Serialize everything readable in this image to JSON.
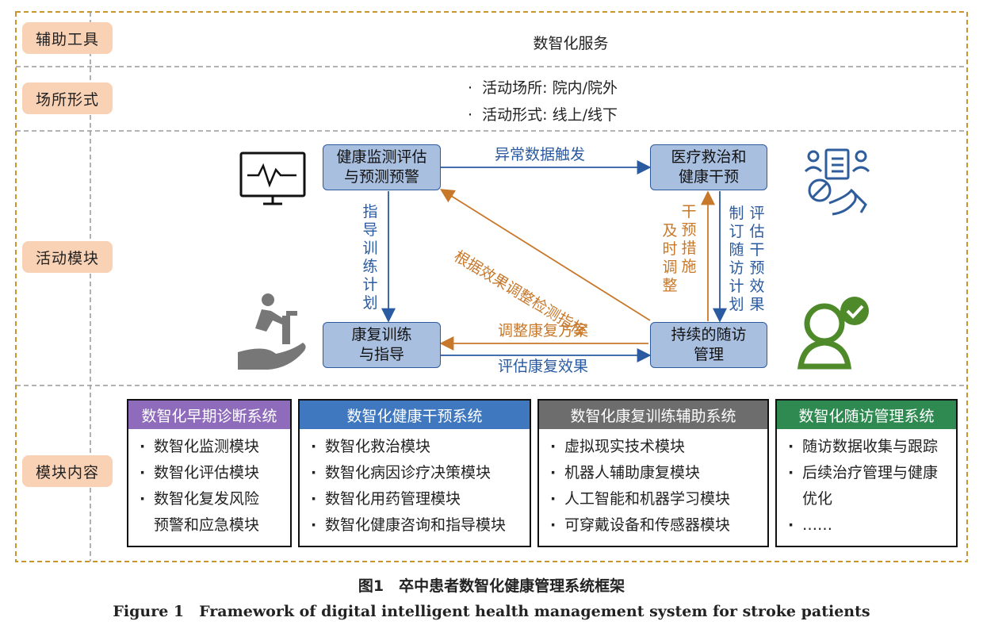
{
  "rows": [
    {
      "label": "辅助工具"
    },
    {
      "label": "场所形式"
    },
    {
      "label": "活动模块"
    },
    {
      "label": "模块内容"
    }
  ],
  "tools_text": "数智化服务",
  "location_lines": [
    "活动场所: 院内/院外",
    "活动形式: 线上/线下"
  ],
  "flow": {
    "box_monitor": [
      "健康监测评估",
      "与预测预警"
    ],
    "box_treat": [
      "医疗救治和",
      "健康干预"
    ],
    "box_rehab": [
      "康复训练",
      "与指导"
    ],
    "box_follow": [
      "持续的随访",
      "管理"
    ],
    "arrow_abnormal": "异常数据触发",
    "arrow_guide": "指导训练计划",
    "arrow_adjust_index": "根据效果调整检测指标",
    "arrow_timely": "及时调整",
    "arrow_intervene": "干预措施",
    "arrow_formulate": "制订随访计划",
    "arrow_evaluate_effect": "评估干预效果",
    "arrow_adjust_plan": "调整康复方案",
    "arrow_eval_rehab": "评估康复效果"
  },
  "systems": [
    {
      "title": "数智化早期诊断系统",
      "color": "#8f6cbb",
      "items": [
        "数智化监测模块",
        "数智化评估模块",
        "数智化复发风险预警和应急模块"
      ]
    },
    {
      "title": "数智化健康干预系统",
      "color": "#3f78bf",
      "items": [
        "数智化救治模块",
        "数智化病因诊疗决策模块",
        "数智化用药管理模块",
        "数智化健康咨询和指导模块"
      ]
    },
    {
      "title": "数智化康复训练辅助系统",
      "color": "#6d6d6d",
      "items": [
        "虚拟现实技术模块",
        "机器人辅助康复模块",
        "人工智能和机器学习模块",
        "可穿戴设备和传感器模块"
      ]
    },
    {
      "title": "数智化随访管理系统",
      "color": "#2f8a52",
      "items": [
        "随访数据收集与跟踪",
        "后续治疗管理与健康优化",
        "……"
      ]
    }
  ],
  "caption_cn": "图1　卒中患者数智化健康管理系统框架",
  "caption_en": "Figure 1　Framework of digital intelligent health management system for stroke patients",
  "colors": {
    "label_bg": "#f9d1b5",
    "frame": "#c8952f",
    "box_fill": "#a9bfe0",
    "box_border": "#2e5a9c",
    "arrow_blue": "#2a5aa0",
    "arrow_orange": "#c8782a",
    "icon_blue": "#2f5d9c",
    "icon_green": "#4f8a2a"
  }
}
